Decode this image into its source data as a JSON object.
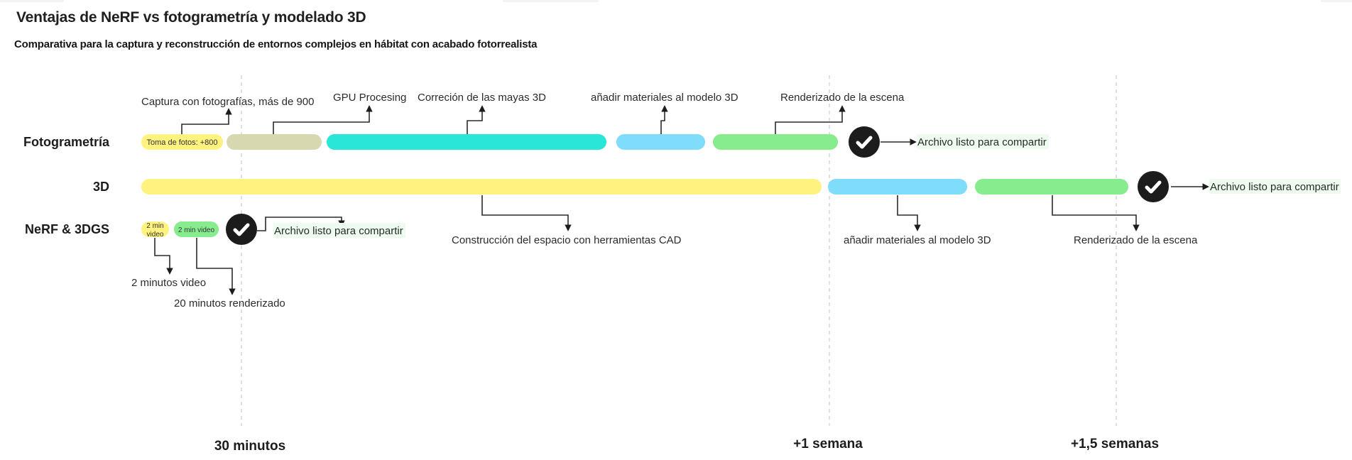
{
  "title": "Ventajas de NeRF vs fotogrametría y modelado 3D",
  "subtitle": "Comparativa para la captura y reconstrucción de entornos complejos en hábitat con acabado fotorrealista",
  "colors": {
    "yellow": "#fff27e",
    "beige": "#d8d8b0",
    "cyan": "#2ae6d8",
    "blue": "#7fdcfb",
    "green": "#87ec8e",
    "check_bg": "#1c1c1c",
    "done_label_bg": "#effbef"
  },
  "milestones": [
    {
      "label": "30 minutos"
    },
    {
      "label": "+1 semana"
    },
    {
      "label": "+1,5 semanas"
    }
  ],
  "rows": [
    {
      "name": "Fotogrametría",
      "segments": [
        {
          "color": "yellow",
          "label": "Toma de fotos: +800",
          "note": "Captura con fotografías, más de 900"
        },
        {
          "color": "beige",
          "label": "",
          "note": "GPU Procesing"
        },
        {
          "color": "cyan",
          "label": "",
          "note": "Correción de las mayas 3D"
        },
        {
          "color": "blue",
          "label": "",
          "note": "añadir materiales al modelo 3D"
        },
        {
          "color": "green",
          "label": "",
          "note": "Renderizado de la escena"
        }
      ],
      "done": {
        "icon": "check-icon",
        "label": "Archivo listo para compartir"
      }
    },
    {
      "name": "3D",
      "segments": [
        {
          "color": "yellow",
          "label": "",
          "note": "Construcción del espacio con herramientas CAD"
        },
        {
          "color": "blue",
          "label": "",
          "note": "añadir materiales al modelo 3D"
        },
        {
          "color": "green",
          "label": "",
          "note": "Renderizado de la escena"
        }
      ],
      "done": {
        "icon": "check-icon",
        "label": "Archivo listo para compartir"
      }
    },
    {
      "name": "NeRF & 3DGS",
      "segments": [
        {
          "color": "yellow",
          "label": "2 min video",
          "note": "2 minutos video"
        },
        {
          "color": "green",
          "label": "2 min video",
          "note": "20 minutos renderizado"
        }
      ],
      "done": {
        "icon": "check-icon",
        "label": "Archivo listo para compartir"
      }
    }
  ]
}
